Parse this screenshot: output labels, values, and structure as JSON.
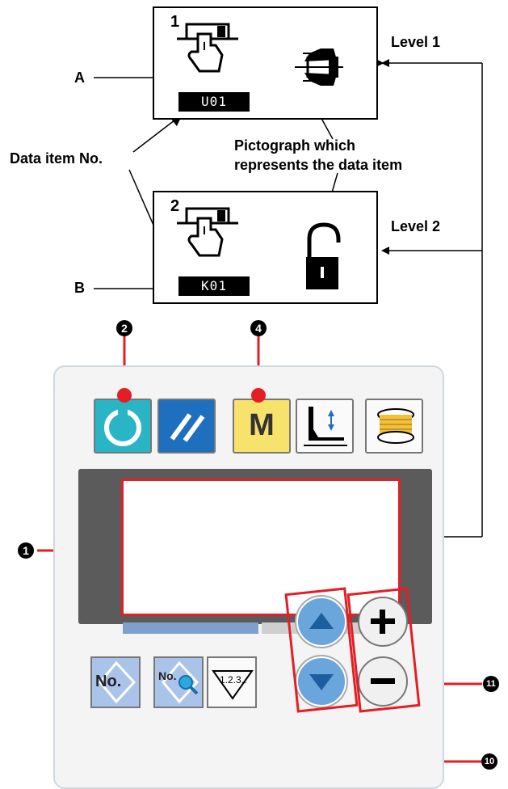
{
  "level1": {
    "number": "1",
    "code": "U01",
    "label": "Level 1"
  },
  "level2": {
    "number": "2",
    "code": "K01",
    "label": "Level 2"
  },
  "labels": {
    "a": "A",
    "b": "B",
    "data_item": "Data item No.",
    "pictograph_line1": "Pictograph which",
    "pictograph_line2": "represents the data item"
  },
  "panel": {
    "m_key": "M",
    "no_button": "No.",
    "no_search_button": "No.",
    "step_button": "1.2.3.."
  },
  "callouts": {
    "c1": "1",
    "c2": "2",
    "c4": "4",
    "c10": "10",
    "c11": "11"
  },
  "colors": {
    "highlight": "#e31e25",
    "ready_key": "#2ab5c6",
    "reset_key": "#1f6fbf",
    "mode_key": "#f7e26b",
    "blue_button": "#a9c4e8",
    "display_frame": "#5b5b5b"
  }
}
